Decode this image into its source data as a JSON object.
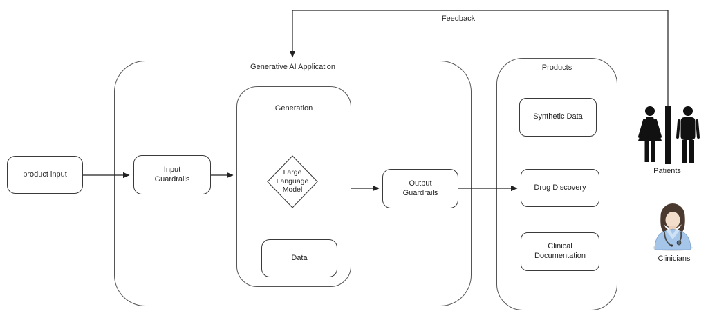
{
  "feedback": {
    "label": "Feedback"
  },
  "genai_container": {
    "label": "Generative AI Application"
  },
  "generation_container": {
    "label": "Generation"
  },
  "products_container": {
    "label": "Products"
  },
  "nodes": {
    "product_input": {
      "label": "product input"
    },
    "input_guardrails": {
      "label": "Input\nGuardrails"
    },
    "llm": {
      "label": "Large\nLanguage\nModel"
    },
    "data": {
      "label": "Data"
    },
    "output_guardrails": {
      "label": "Output\nGuardrails"
    },
    "synthetic_data": {
      "label": "Synthetic Data"
    },
    "drug_discovery": {
      "label": "Drug Discovery"
    },
    "clinical_documentation": {
      "label": "Clinical\nDocumentation"
    }
  },
  "actors": {
    "patients": {
      "label": "Patients",
      "icon": "restroom-male-female-icon",
      "icon_color": "#111111"
    },
    "clinicians": {
      "label": "Clinicians",
      "icon": "clinician-person-icon",
      "icon_colors": {
        "hair": "#4a392e",
        "skin": "#f2dcca",
        "scrubs": "#a5c6e8",
        "stethoscope": "#4a4a4a"
      }
    }
  },
  "style": {
    "stroke": "#3a3a3a",
    "container_stroke": "#555555",
    "text_color": "#262626",
    "background": "#ffffff"
  }
}
